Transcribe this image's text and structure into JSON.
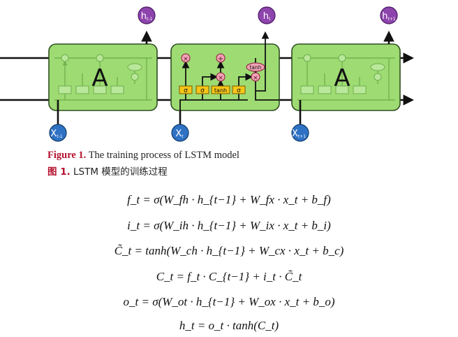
{
  "diagram": {
    "cell_label": "A",
    "sigma": "σ",
    "tanh": "tanh",
    "mult": "×",
    "plus": "+",
    "outputs": [
      "h",
      "h",
      "h"
    ],
    "output_subs": [
      "t-1",
      "t",
      "t+1"
    ],
    "inputs": [
      "X",
      "X",
      "X"
    ],
    "input_subs": [
      "t-1",
      "t",
      "t+1"
    ],
    "colors": {
      "cell_fill": "#9edb73",
      "cell_stroke": "#2f4f1f",
      "gate_fill": "#f5c518",
      "op_fill": "#f2a3b6",
      "output_fill": "#8e44ad",
      "input_fill": "#2f72c4"
    }
  },
  "caption_en": {
    "label": "Figure 1.",
    "text": "The training process of LSTM model"
  },
  "caption_zh": {
    "label": "图 1.",
    "text": "LSTM 模型的训练过程"
  },
  "equations": [
    "f_t = σ(W_fh · h_{t−1} + W_fx · x_t + b_f)",
    "i_t = σ(W_ih · h_{t−1} + W_ix · x_t + b_i)",
    "C̃_t = tanh(W_ch · h_{t−1} + W_cx · x_t + b_c)",
    "C_t = f_t · C_{t−1} + i_t · C̃_t",
    "o_t = σ(W_ot · h_{t−1} + W_ox · x_t + b_o)",
    "h_t = o_t · tanh(C_t)"
  ]
}
